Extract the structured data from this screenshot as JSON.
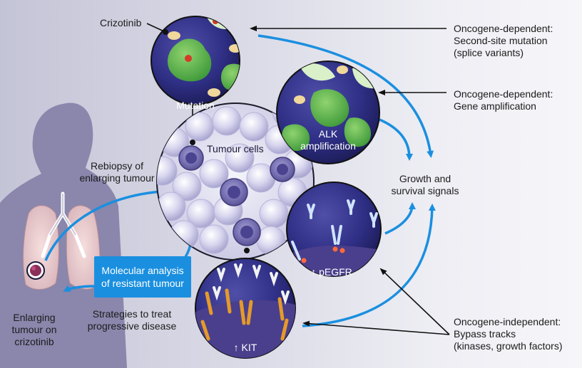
{
  "labels": {
    "crizotinib": "Crizotinib",
    "mutation": "Mutation",
    "alk_line1": "ALK",
    "alk_line2": "amplification",
    "tumour_cells": "Tumour cells",
    "pegfr": "↑ pEGFR",
    "kit": "↑ KIT",
    "rebiopsy_line1": "Rebiopsy of",
    "rebiopsy_line2": "enlarging tumour",
    "molecular_line1": "Molecular analysis",
    "molecular_line2": "of resistant tumour",
    "strategies_line1": "Strategies to treat",
    "strategies_line2": "progressive disease",
    "enlarging_line1": "Enlarging",
    "enlarging_line2": "tumour on",
    "enlarging_line3": "crizotinib",
    "growth_line1": "Growth and",
    "growth_line2": "survival signals",
    "od1_line1": "Oncogene-dependent:",
    "od1_line2": "Second-site mutation",
    "od1_line3": "(splice variants)",
    "od2_line1": "Oncogene-dependent:",
    "od2_line2": "Gene amplification",
    "oi_line1": "Oncogene-independent:",
    "oi_line2": "Bypass tracks",
    "oi_line3": "(kinases, growth factors)"
  },
  "colors": {
    "arrow_blue": "#1a8fe0",
    "circle_navy": "#2b2f7a",
    "cell_green": "#5cb84a",
    "silhouette": "#8a86ac",
    "box_blue": "#1a8fe0"
  }
}
